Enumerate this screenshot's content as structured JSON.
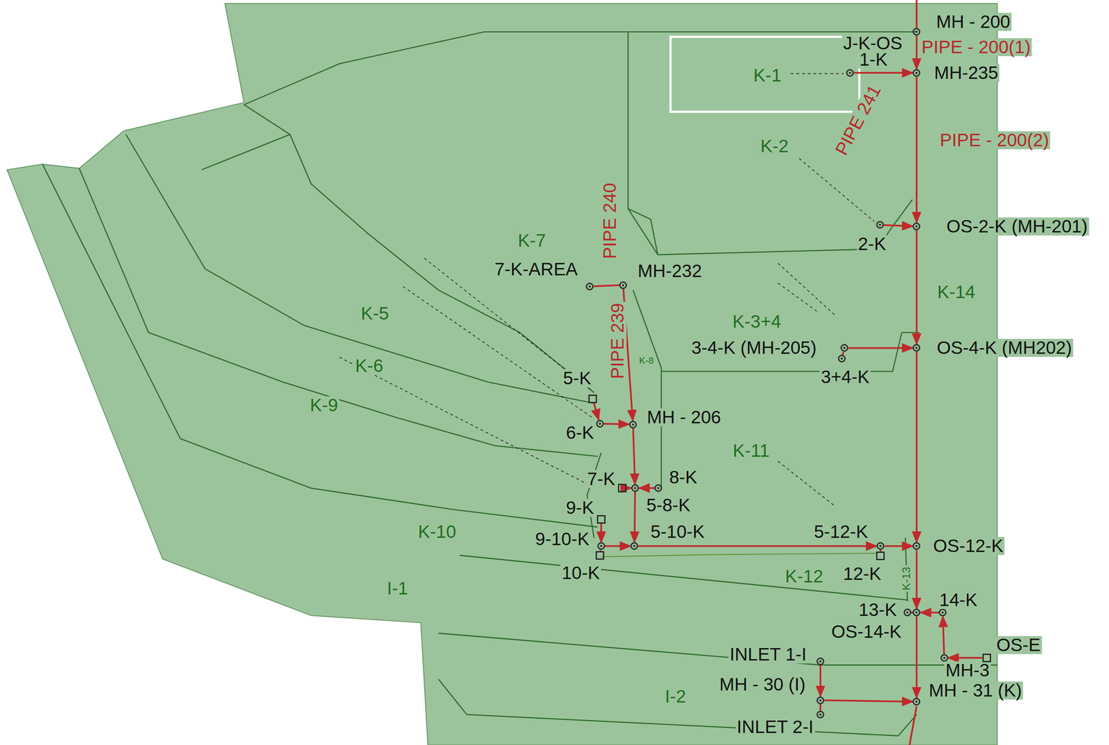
{
  "diagram": {
    "nodes": [
      {
        "text": [
          "MH - 200",
          "J-K-OS"
        ]
      },
      {
        "text": [
          "1-K"
        ]
      },
      {
        "text": [
          "MH-235"
        ]
      },
      {
        "text": [
          "2-K"
        ]
      },
      {
        "text": [
          "OS-2-K (MH-201)"
        ]
      },
      {
        "text": [
          "7-K-AREA"
        ]
      },
      {
        "text": [
          "MH-232"
        ]
      },
      {
        "text": [
          "3-4-K (MH-205)"
        ]
      },
      {
        "text": [
          "3+4-K"
        ]
      },
      {
        "text": [
          "OS-4-K (MH202)"
        ]
      },
      {
        "text": [
          "5-K"
        ]
      },
      {
        "text": [
          "6-K"
        ]
      },
      {
        "text": [
          "MH - 206"
        ]
      },
      {
        "text": [
          "7-K"
        ]
      },
      {
        "text": [
          "5-8-K"
        ]
      },
      {
        "text": [
          "8-K"
        ]
      },
      {
        "text": [
          "9-K"
        ]
      },
      {
        "text": [
          "9-10-K"
        ]
      },
      {
        "text": [
          "10-K"
        ]
      },
      {
        "text": [
          "5-10-K"
        ]
      },
      {
        "text": [
          "5-12-K"
        ]
      },
      {
        "text": [
          "12-K"
        ]
      },
      {
        "text": [
          "OS-12-K"
        ]
      },
      {
        "text": [
          "13-K"
        ]
      },
      {
        "text": [
          "OS-14-K"
        ]
      },
      {
        "text": [
          "14-K"
        ]
      },
      {
        "text": [
          "MH-3"
        ]
      },
      {
        "text": [
          "OS-E"
        ]
      },
      {
        "text": [
          "INLET 1-I"
        ]
      },
      {
        "text": [
          "MH - 30 (I)"
        ]
      },
      {
        "text": [
          "INLET 2-I"
        ]
      },
      {
        "text": [
          "MH - 31 (K)"
        ]
      }
    ],
    "edges": [
      {
        "from": 0,
        "to": 2,
        "arrow": "to"
      },
      {
        "from": 1,
        "to": 2,
        "arrow": "to"
      },
      {
        "from": 2,
        "to": 4,
        "arrow": "to"
      },
      {
        "from": 3,
        "to": 4,
        "arrow": "to"
      },
      {
        "from": 4,
        "to": 9,
        "arrow": "to"
      },
      {
        "from": 7,
        "to": 9,
        "arrow": "to"
      },
      {
        "from": 8,
        "to": 7,
        "arrow": "none"
      },
      {
        "from": 9,
        "to": 22,
        "arrow": "to"
      },
      {
        "from": 5,
        "to": 6,
        "arrow": "none"
      },
      {
        "from": 6,
        "to": 12,
        "arrow": "to"
      },
      {
        "from": 10,
        "to": 11,
        "arrow": "to"
      },
      {
        "from": 11,
        "to": 12,
        "arrow": "to"
      },
      {
        "from": 12,
        "to": 14,
        "arrow": "to"
      },
      {
        "from": 13,
        "to": 14,
        "arrow": "to"
      },
      {
        "from": 15,
        "to": 14,
        "arrow": "to"
      },
      {
        "from": 14,
        "to": 19,
        "arrow": "to"
      },
      {
        "from": 16,
        "to": 17,
        "arrow": "to"
      },
      {
        "from": 18,
        "to": 17,
        "arrow": "none"
      },
      {
        "from": 17,
        "to": 19,
        "arrow": "to"
      },
      {
        "from": 19,
        "to": 20,
        "arrow": "to"
      },
      {
        "from": 21,
        "to": 20,
        "arrow": "none"
      },
      {
        "from": 20,
        "to": 22,
        "arrow": "to"
      },
      {
        "from": 22,
        "to": 24,
        "arrow": "to"
      },
      {
        "from": 23,
        "to": 24,
        "arrow": "none"
      },
      {
        "from": 25,
        "to": 24,
        "arrow": "to"
      },
      {
        "from": 26,
        "to": 25,
        "arrow": "to"
      },
      {
        "from": 27,
        "to": 26,
        "arrow": "to"
      },
      {
        "from": 24,
        "to": 31,
        "arrow": "to"
      },
      {
        "from": 28,
        "to": 29,
        "arrow": "to"
      },
      {
        "from": 30,
        "to": 29,
        "arrow": "none"
      },
      {
        "from": 29,
        "to": 31,
        "arrow": "to"
      }
    ],
    "labels": [
      "K-1",
      "PIPE - 200(1)",
      "PIPE 241",
      "K-2",
      "PIPE - 200(2)",
      "PIPE 240",
      "K-7",
      "PIPE 239",
      "K-14",
      "K-5",
      "K-3+4",
      "K-8",
      "K-6",
      "K-9",
      "K-11",
      "K-10",
      "K-12",
      "K-13",
      "I-1",
      "I-2"
    ]
  }
}
